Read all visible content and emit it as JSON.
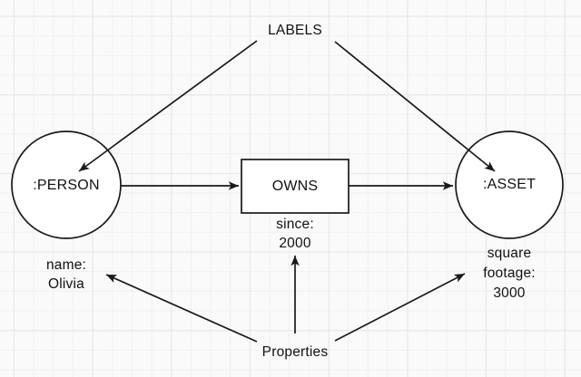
{
  "colors": {
    "background": "#fafafa",
    "grid_minor": "#f0f0f0",
    "grid_major": "#e7e7e7",
    "stroke": "#1a1a1a",
    "shape_fill": "#ffffff",
    "text": "#111111"
  },
  "annotations": {
    "labels": "LABELS",
    "properties": "Properties"
  },
  "nodes": {
    "person": {
      "label": ":PERSON",
      "property_line1": "name:",
      "property_line2": "Olivia"
    },
    "asset": {
      "label": ":ASSET",
      "property_line1": "square",
      "property_line2": "footage:",
      "property_line3": "3000"
    }
  },
  "relationship": {
    "label": "OWNS",
    "property_line1": "since:",
    "property_line2": "2000"
  }
}
